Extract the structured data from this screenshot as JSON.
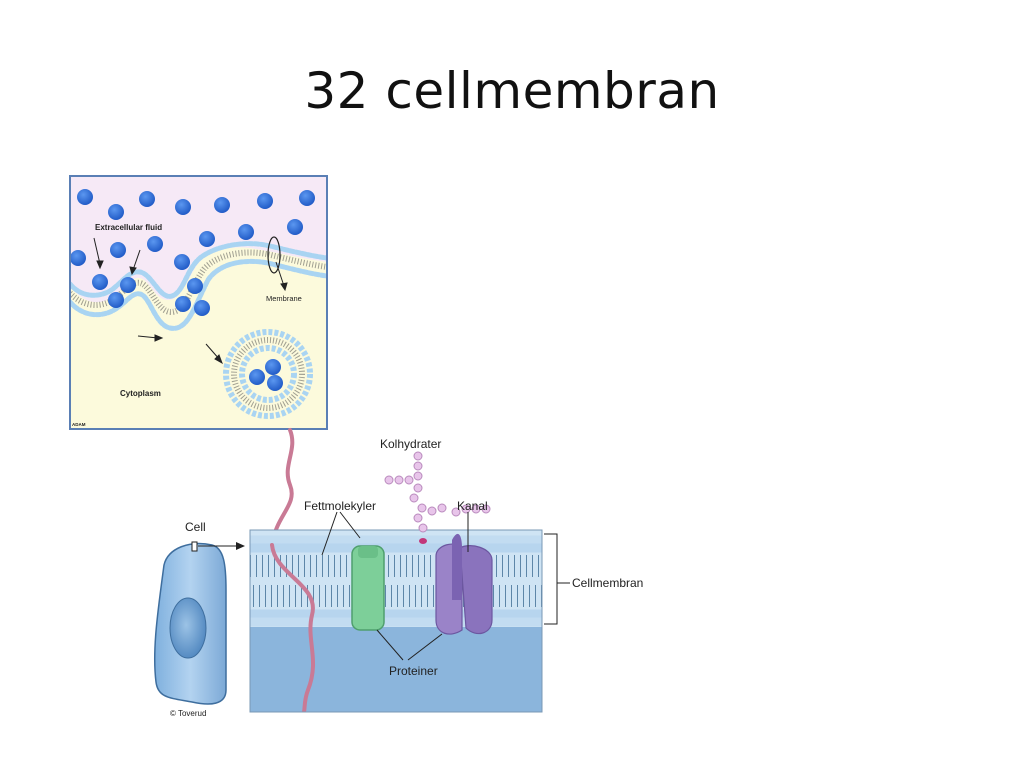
{
  "slide": {
    "title": "32 cellmembran"
  },
  "endocytosis": {
    "extracellular_label": "Extracellular fluid",
    "membrane_label": "Membrane",
    "cytoplasm_label": "Cytoplasm",
    "logo": "ADAM",
    "colors": {
      "outside": "#f6e9f6",
      "inside": "#fcfadc",
      "particle": "#2f6fe0",
      "lipid": "#a9d4f2",
      "border": "#5a7fb5"
    }
  },
  "membrane_diagram": {
    "labels": {
      "carbohydrates": "Kolhydrater",
      "lipids": "Fettmolekyler",
      "channel": "Kanal",
      "cell": "Cell",
      "membrane": "Cellmembran",
      "proteins": "Proteiner",
      "credit": "© Toverud"
    },
    "colors": {
      "cytoplasm": "#8bb5dc",
      "outer": "#cfe4f4",
      "protein_green": "#7dcf99",
      "protein_purple": "#9a83c8",
      "chain": "#c97a95"
    }
  }
}
